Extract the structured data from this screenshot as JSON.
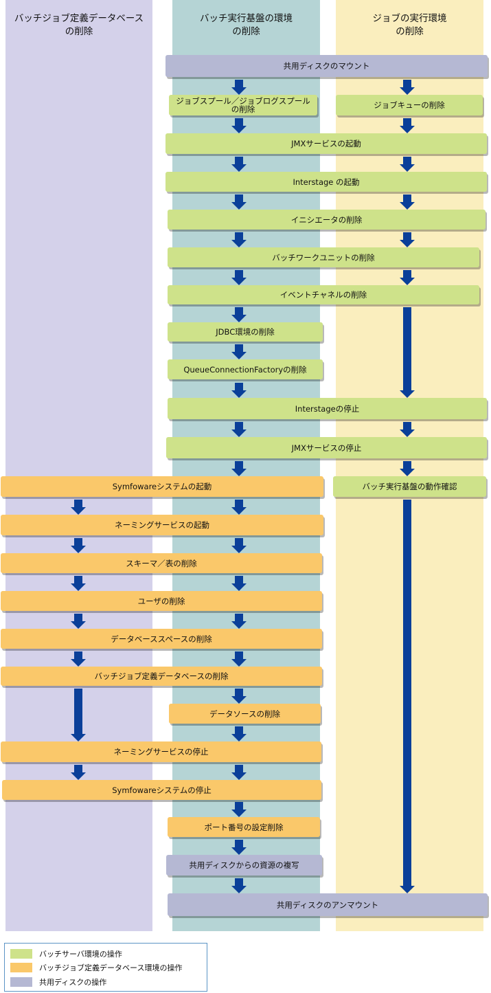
{
  "lanes": {
    "left": {
      "title": "バッチジョブ定義データベース\nの削除",
      "color": "#d4d1ea"
    },
    "middle": {
      "title": "バッチ実行基盤の環境\nの削除",
      "color": "#b5d4d5"
    },
    "right": {
      "title": "ジョブの実行環境\nの削除",
      "color": "#faeebe"
    }
  },
  "steps": {
    "mount_shared_disk": "共用ディスクのマウント",
    "delete_spool": "ジョブスプール／ジョブログスプール\nの削除",
    "delete_job_queue": "ジョブキューの削除",
    "start_jmx": "JMXサービスの起動",
    "start_interstage": "Interstage の起動",
    "delete_initiator": "イニシエータの削除",
    "delete_batch_work_unit": "バッチワークユニットの削除",
    "delete_event_channel": "イベントチャネルの削除",
    "delete_jdbc": "JDBC環境の削除",
    "delete_qcf": "QueueConnectionFactoryの削除",
    "stop_interstage": "Interstageの停止",
    "stop_jmx": "JMXサービスの停止",
    "start_symfoware": "Symfowareシステムの起動",
    "verify_batch_platform": "バッチ実行基盤の動作確認",
    "start_naming": "ネーミングサービスの起動",
    "delete_schema_table": "スキーマ／表の削除",
    "delete_user": "ユーザの削除",
    "delete_db_space": "データベーススペースの削除",
    "delete_batch_job_db": "バッチジョブ定義データベースの削除",
    "delete_datasource": "データソースの削除",
    "stop_naming": "ネーミングサービスの停止",
    "stop_symfoware": "Symfowareシステムの停止",
    "delete_port_setting": "ポート番号の設定削除",
    "copy_resources": "共用ディスクからの資源の複写",
    "unmount_shared_disk": "共用ディスクのアンマウント"
  },
  "legend": {
    "items": [
      {
        "label": "バッチサーバ環境の操作",
        "color": "#cee28a"
      },
      {
        "label": "バッチジョブ定義データベース環境の操作",
        "color": "#fac86a"
      },
      {
        "label": "共用ディスクの操作",
        "color": "#b5b8d3"
      }
    ]
  },
  "colors": {
    "server_op": "#cee28a",
    "database_op": "#fac86a",
    "shared_disk_op": "#b5b8d3",
    "arrow": "#0a3f99",
    "legend_border": "#5a93c5"
  }
}
